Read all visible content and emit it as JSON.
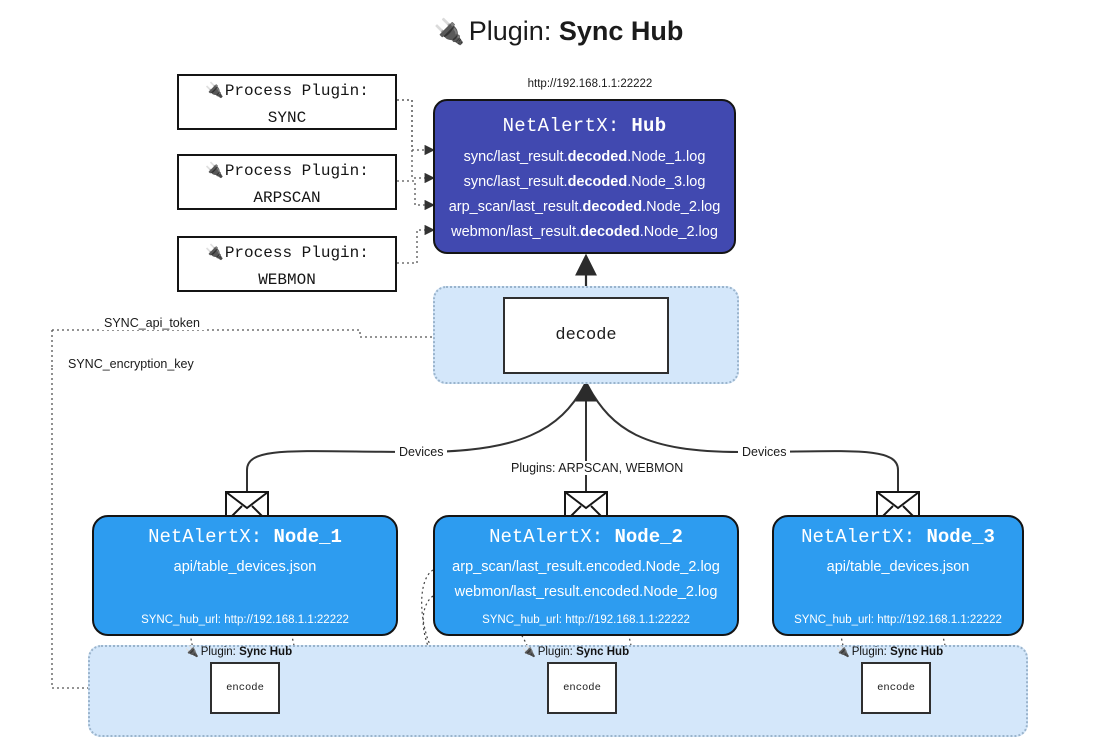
{
  "title": {
    "icon": "plug-icon",
    "prefix": "Plugin: ",
    "name": "Sync Hub",
    "glyph": "🔌"
  },
  "hub": {
    "url": "http://192.168.1.1:22222",
    "label_prefix": "NetAlertX: ",
    "label_name": "Hub",
    "lines": [
      {
        "pre": "sync/last_result.",
        "bold": "decoded",
        "post": ".Node_1.log"
      },
      {
        "pre": "sync/last_result.",
        "bold": "decoded",
        "post": ".Node_3.log"
      },
      {
        "pre": "arp_scan/last_result.",
        "bold": "decoded",
        "post": ".Node_2.log"
      },
      {
        "pre": "webmon/last_result.",
        "bold": "decoded",
        "post": ".Node_2.log"
      }
    ],
    "color": "#4149b0"
  },
  "process_plugins": [
    {
      "icon": "plug-icon",
      "glyph": "🔌",
      "line1": "Process Plugin:",
      "line2": "SYNC"
    },
    {
      "icon": "plug-icon",
      "glyph": "🔌",
      "line1": "Process Plugin:",
      "line2": "ARPSCAN"
    },
    {
      "icon": "plug-icon",
      "glyph": "🔌",
      "line1": "Process Plugin:",
      "line2": "WEBMON"
    }
  ],
  "decode": {
    "label": "decode",
    "container_color": "#d4e7fa"
  },
  "wire_labels": {
    "api_token": "SYNC_api_token",
    "encryption_key": "SYNC_encryption_key",
    "devices_left": "Devices",
    "devices_right": "Devices",
    "plugins": "Plugins: ARPSCAN, WEBMON"
  },
  "nodes": [
    {
      "label_prefix": "NetAlertX: ",
      "label_name": "Node_1",
      "lines": [
        "api/table_devices.json"
      ],
      "footer": "SYNC_hub_url: http://192.168.1.1:22222",
      "envelope": "envelope-icon",
      "color": "#2d9cf0"
    },
    {
      "label_prefix": "NetAlertX: ",
      "label_name": "Node_2",
      "lines": [
        "arp_scan/last_result.encoded.Node_2.log",
        "webmon/last_result.encoded.Node_2.log"
      ],
      "footer": "SYNC_hub_url: http://192.168.1.1:22222",
      "envelope": "envelope-icon",
      "color": "#2d9cf0"
    },
    {
      "label_prefix": "NetAlertX: ",
      "label_name": "Node_3",
      "lines": [
        "api/table_devices.json"
      ],
      "footer": "SYNC_hub_url: http://192.168.1.1:22222",
      "envelope": "envelope-icon",
      "color": "#2d9cf0"
    }
  ],
  "encoders": [
    {
      "caption_icon": "plug-icon",
      "glyph": "🔌",
      "caption_prefix": "Plugin: ",
      "caption_name": "Sync Hub",
      "label": "encode"
    },
    {
      "caption_icon": "plug-icon",
      "glyph": "🔌",
      "caption_prefix": "Plugin: ",
      "caption_name": "Sync Hub",
      "label": "encode"
    },
    {
      "caption_icon": "plug-icon",
      "glyph": "🔌",
      "caption_prefix": "Plugin: ",
      "caption_name": "Sync Hub",
      "label": "encode"
    }
  ]
}
